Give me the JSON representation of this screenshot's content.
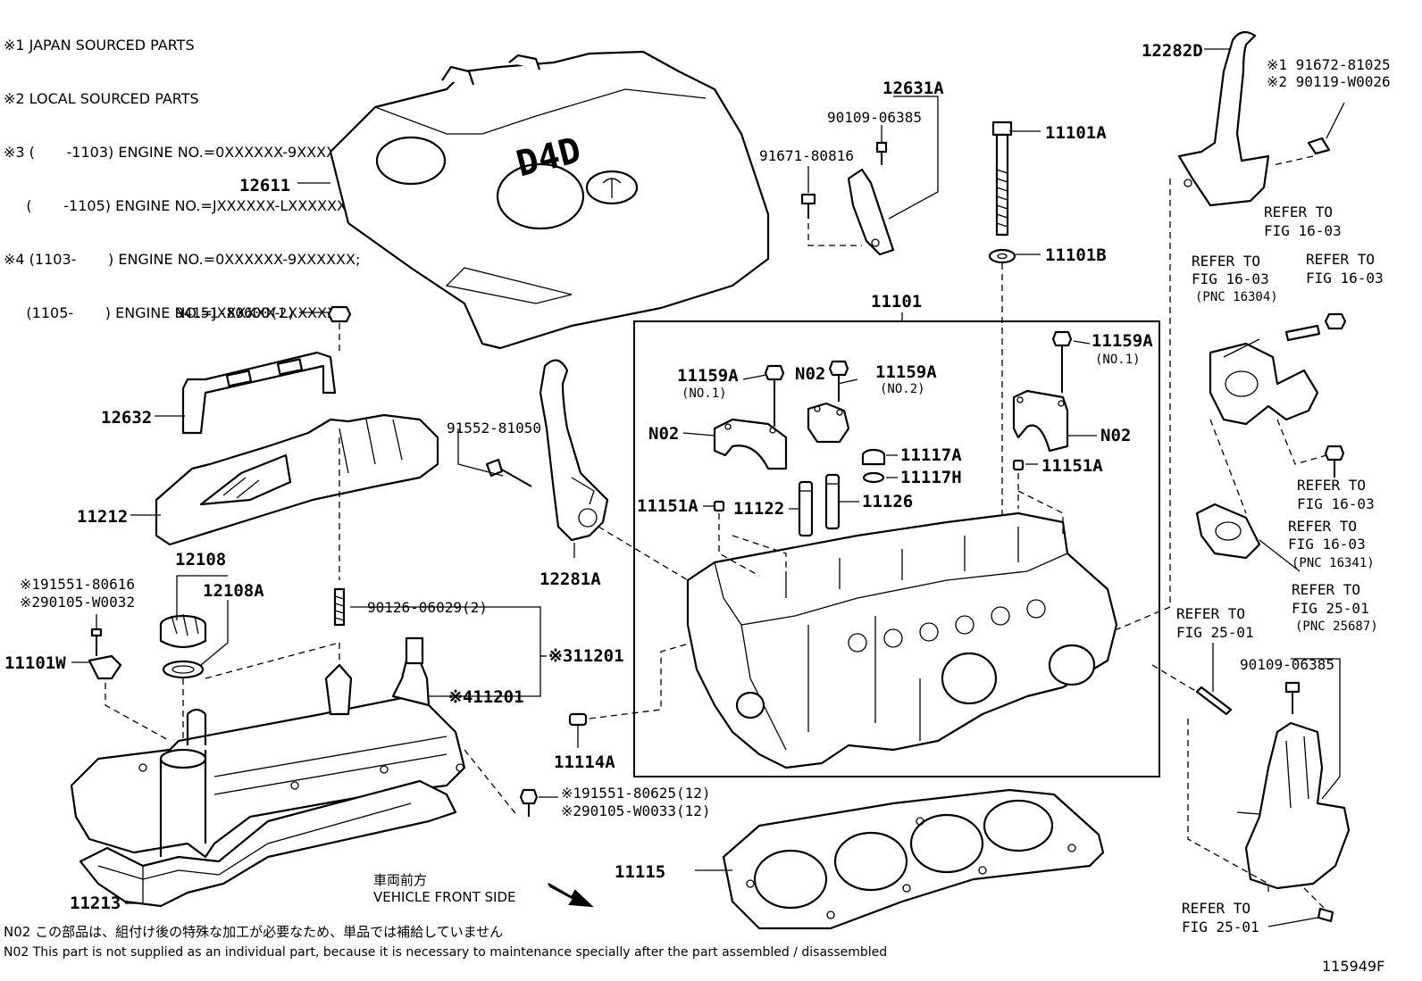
{
  "legend": [
    "※1 JAPAN SOURCED PARTS",
    "※2 LOCAL SOURCED PARTS",
    "※3 (       -1103) ENGINE NO.=0XXXXXX-9XXXXXX;",
    "     (       -1105) ENGINE NO.=JXXXXXX-LXXXXXX",
    "※4 (1103-       ) ENGINE NO.=0XXXXXX-9XXXXXX;",
    "     (1105-       ) ENGINE NO.=JXXXXXX-LXXXXXX"
  ],
  "cover_lettering": "D4D",
  "labels": {
    "p12611": "12611",
    "p12631A": "12631A",
    "p90109a": "90109-06385",
    "p91671": "91671-80816",
    "p11101A": "11101A",
    "p11101B": "11101B",
    "p12282D": "12282D",
    "p91672": "※1 91672-81025",
    "p90119": "※2 90119-W0026",
    "p94151": "94151-80600(2)",
    "p12632": "12632",
    "p11212": "11212",
    "p12108": "12108",
    "p12108A": "12108A",
    "p91551a": "※191551-80616",
    "p90105a": "※290105-W0032",
    "p11101W": "11101W",
    "p90126": "90126-06029(2)",
    "p3_11201": "※311201",
    "p4_11201": "※411201",
    "p91552": "91552-81050",
    "p12281A": "12281A",
    "p11114A": "11114A",
    "p91551b": "※191551-80625(12)",
    "p90105b": "※290105-W0033(12)",
    "p11213": "11213",
    "p11115": "11115",
    "p11101": "11101",
    "p11159A_1": "11159A",
    "p11159A_1s": "(NO.1)",
    "pN02_1": "N02",
    "p11159A_2": "11159A",
    "p11159A_2s": "(NO.2)",
    "p11159A_3": "11159A",
    "p11159A_3s": "(NO.1)",
    "pN02_2": "N02",
    "pN02_3": "N02",
    "p11117A": "11117A",
    "p11117H": "11117H",
    "p11151A_1": "11151A",
    "p11151A_2": "11151A",
    "p11122": "11122",
    "p11126": "11126",
    "p90109b": "90109-06385"
  },
  "refs": {
    "r1a": "REFER TO",
    "r1b": "FIG 16-03",
    "r2a": "REFER TO",
    "r2b": "FIG 16-03",
    "r2c": "(PNC 16304)",
    "r3a": "REFER TO",
    "r3b": "FIG 16-03",
    "r4a": "REFER TO",
    "r4b": "FIG 16-03",
    "r5a": "REFER TO",
    "r5b": "FIG 16-03",
    "r5c": "(PNC 16341)",
    "r6a": "REFER TO",
    "r6b": "FIG 25-01",
    "r7a": "REFER TO",
    "r7b": "FIG 25-01",
    "r7c": "(PNC 25687)",
    "r8a": "REFER TO",
    "r8b": "FIG 25-01"
  },
  "direction": {
    "jp": "車両前方",
    "en": "VEHICLE FRONT SIDE"
  },
  "notes": {
    "jp": "N02  この部品は、組付け後の特殊な加工が必要なため、単品では補給していません",
    "en": "N02  This part is not supplied as an individual part, because it is necessary to maintenance specially after the part assembled / disassembled"
  },
  "figure_id": "115949F"
}
